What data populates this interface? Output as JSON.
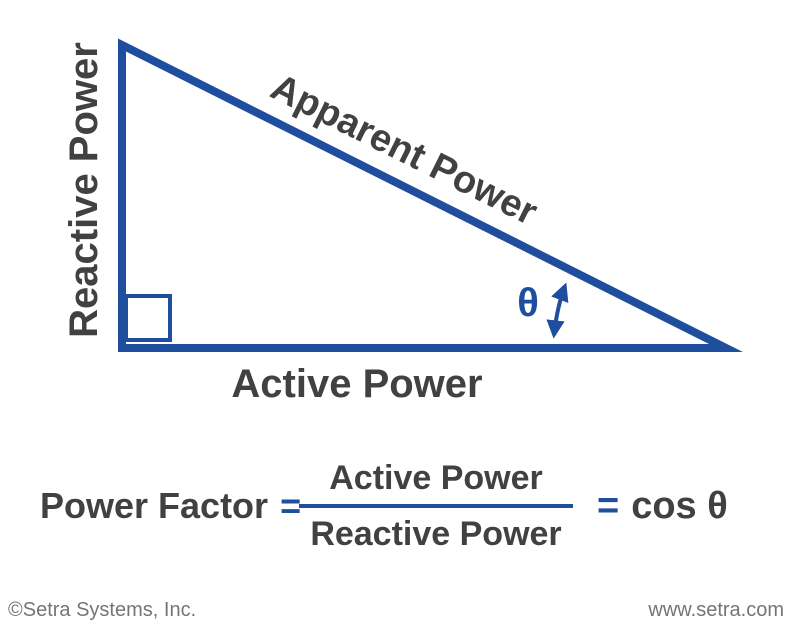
{
  "colors": {
    "accent_blue": "#1F4E9E",
    "text_dark": "#414042",
    "footer_gray": "#757575",
    "background": "#ffffff"
  },
  "diagram": {
    "type": "power-triangle",
    "labels": {
      "vertical_side": "Reactive Power",
      "hypotenuse": "Apparent Power",
      "base_side": "Active Power",
      "angle": "θ"
    }
  },
  "formula": {
    "lhs": "Power Factor",
    "equals_first": "=",
    "numerator": "Active Power",
    "denominator": "Reactive Power",
    "equals_second": "=",
    "rhs": "cos θ"
  },
  "footer": {
    "copyright": "©Setra Systems, Inc.",
    "website": "www.setra.com"
  }
}
